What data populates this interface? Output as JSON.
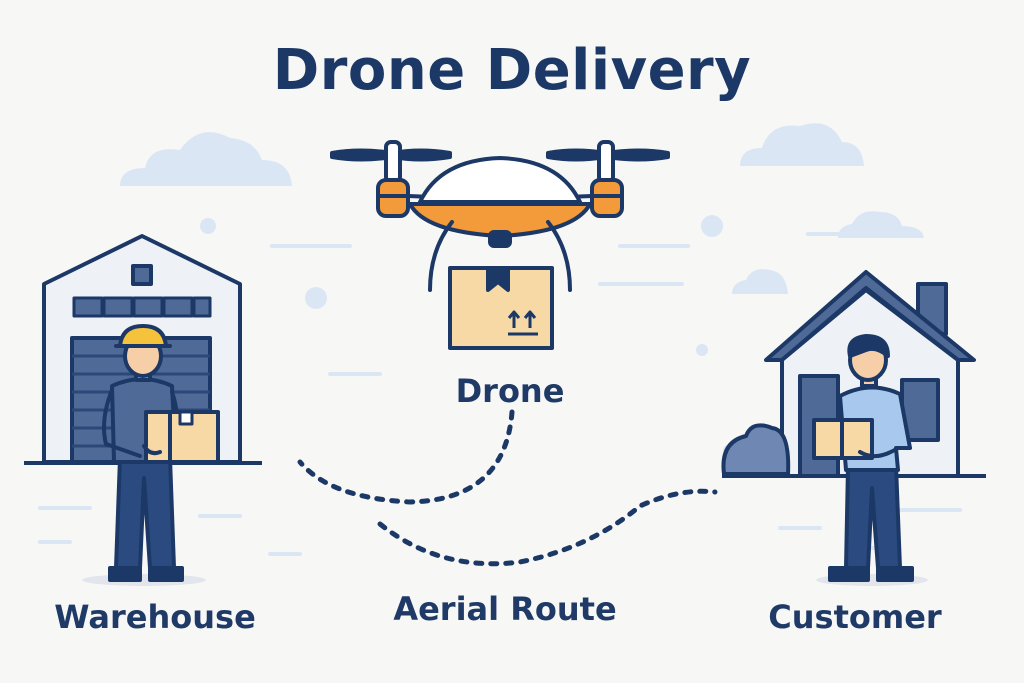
{
  "title": "Drone Delivery",
  "labels": {
    "drone": "Drone",
    "warehouse": "Warehouse",
    "route": "Aerial Route",
    "customer": "Customer"
  },
  "colors": {
    "navy": "#1c3866",
    "orange": "#f39a3a",
    "box": "#f7d9a6",
    "wall": "#dfe6f0",
    "sky_accent": "#dbe6f5",
    "blue_shirt": "#a9c8ee"
  },
  "icons": [
    "drone-icon",
    "package-icon",
    "warehouse-icon",
    "worker-icon",
    "house-icon",
    "customer-icon",
    "cloud-icon",
    "dashed-route-icon"
  ]
}
